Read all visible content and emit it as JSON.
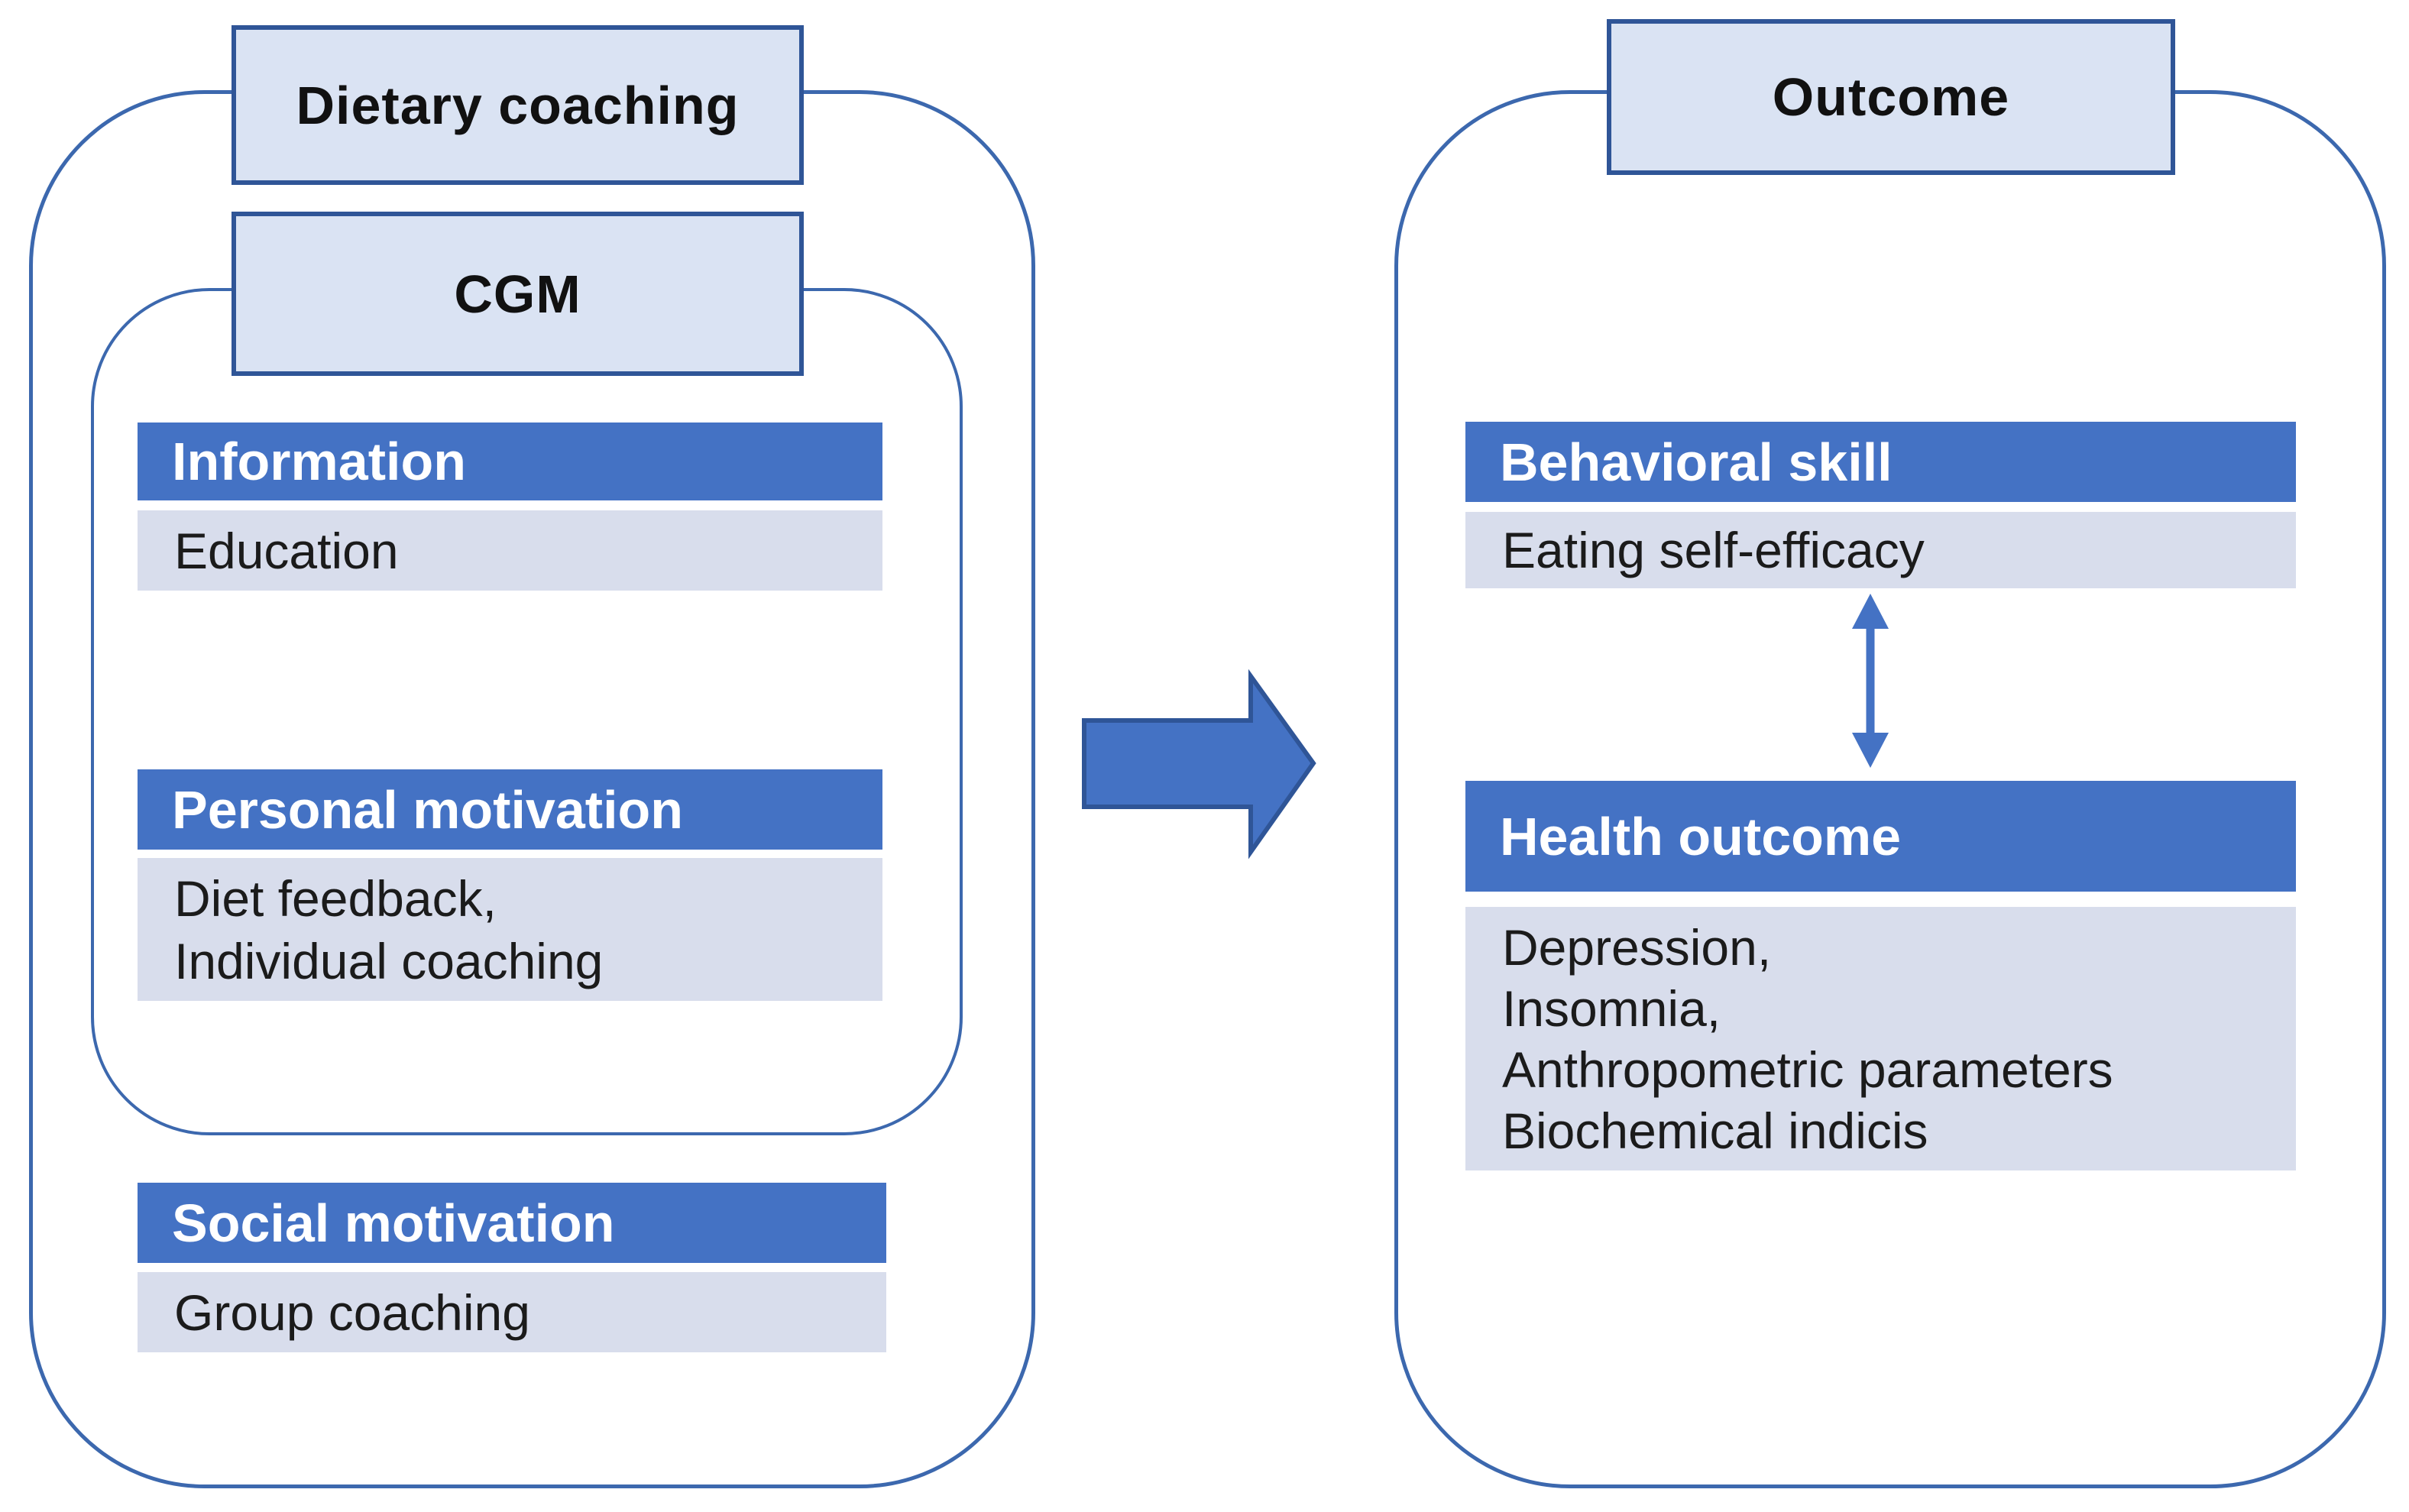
{
  "diagram_title": "Dietary coaching to outcome flow diagram",
  "colors": {
    "header_blue": "#4472C4",
    "row_light": "#D8DDEC",
    "title_box_fill": "#DAE3F3",
    "title_box_border": "#2F5597",
    "container_border": "#3C68AE",
    "arrow_blue": "#4472C4",
    "body_text": "#1B1B1B"
  },
  "left_panel": {
    "title": "Dietary coaching",
    "cgm": {
      "title": "CGM",
      "information": {
        "header": "Information",
        "line1": "Education"
      },
      "personal": {
        "header": "Personal motivation",
        "line1": "Diet feedback,",
        "line2": "Individual coaching"
      }
    },
    "social": {
      "header": "Social motivation",
      "line1": "Group coaching"
    }
  },
  "right_panel": {
    "title": "Outcome",
    "behavioral": {
      "header": "Behavioral skill",
      "line1": "Eating self-efficacy"
    },
    "health": {
      "header": "Health outcome",
      "line1": "Depression,",
      "line2": "Insomnia,",
      "line3": "Anthropometric parameters",
      "line4": "Biochemical indicis"
    }
  },
  "icons": {
    "flow_arrow": "right-block-arrow",
    "relation_arrow": "vertical-double-arrow"
  }
}
